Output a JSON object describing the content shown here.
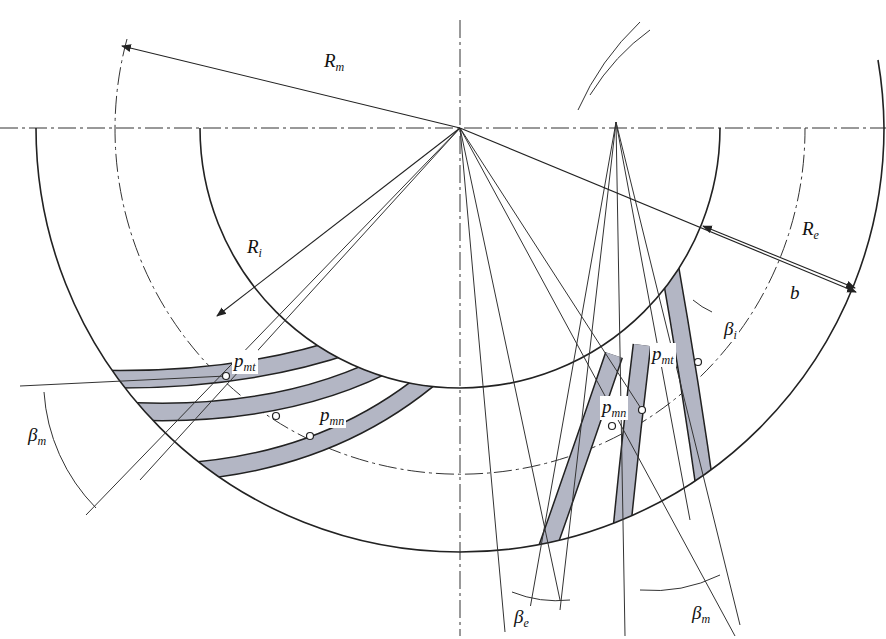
{
  "diagram": {
    "labels": [
      "Rm",
      "Ri",
      "pmt",
      "pmn",
      "βm",
      "Re",
      "b",
      "βi",
      "pmt",
      "pmn",
      "βe",
      "βm"
    ]
  }
}
